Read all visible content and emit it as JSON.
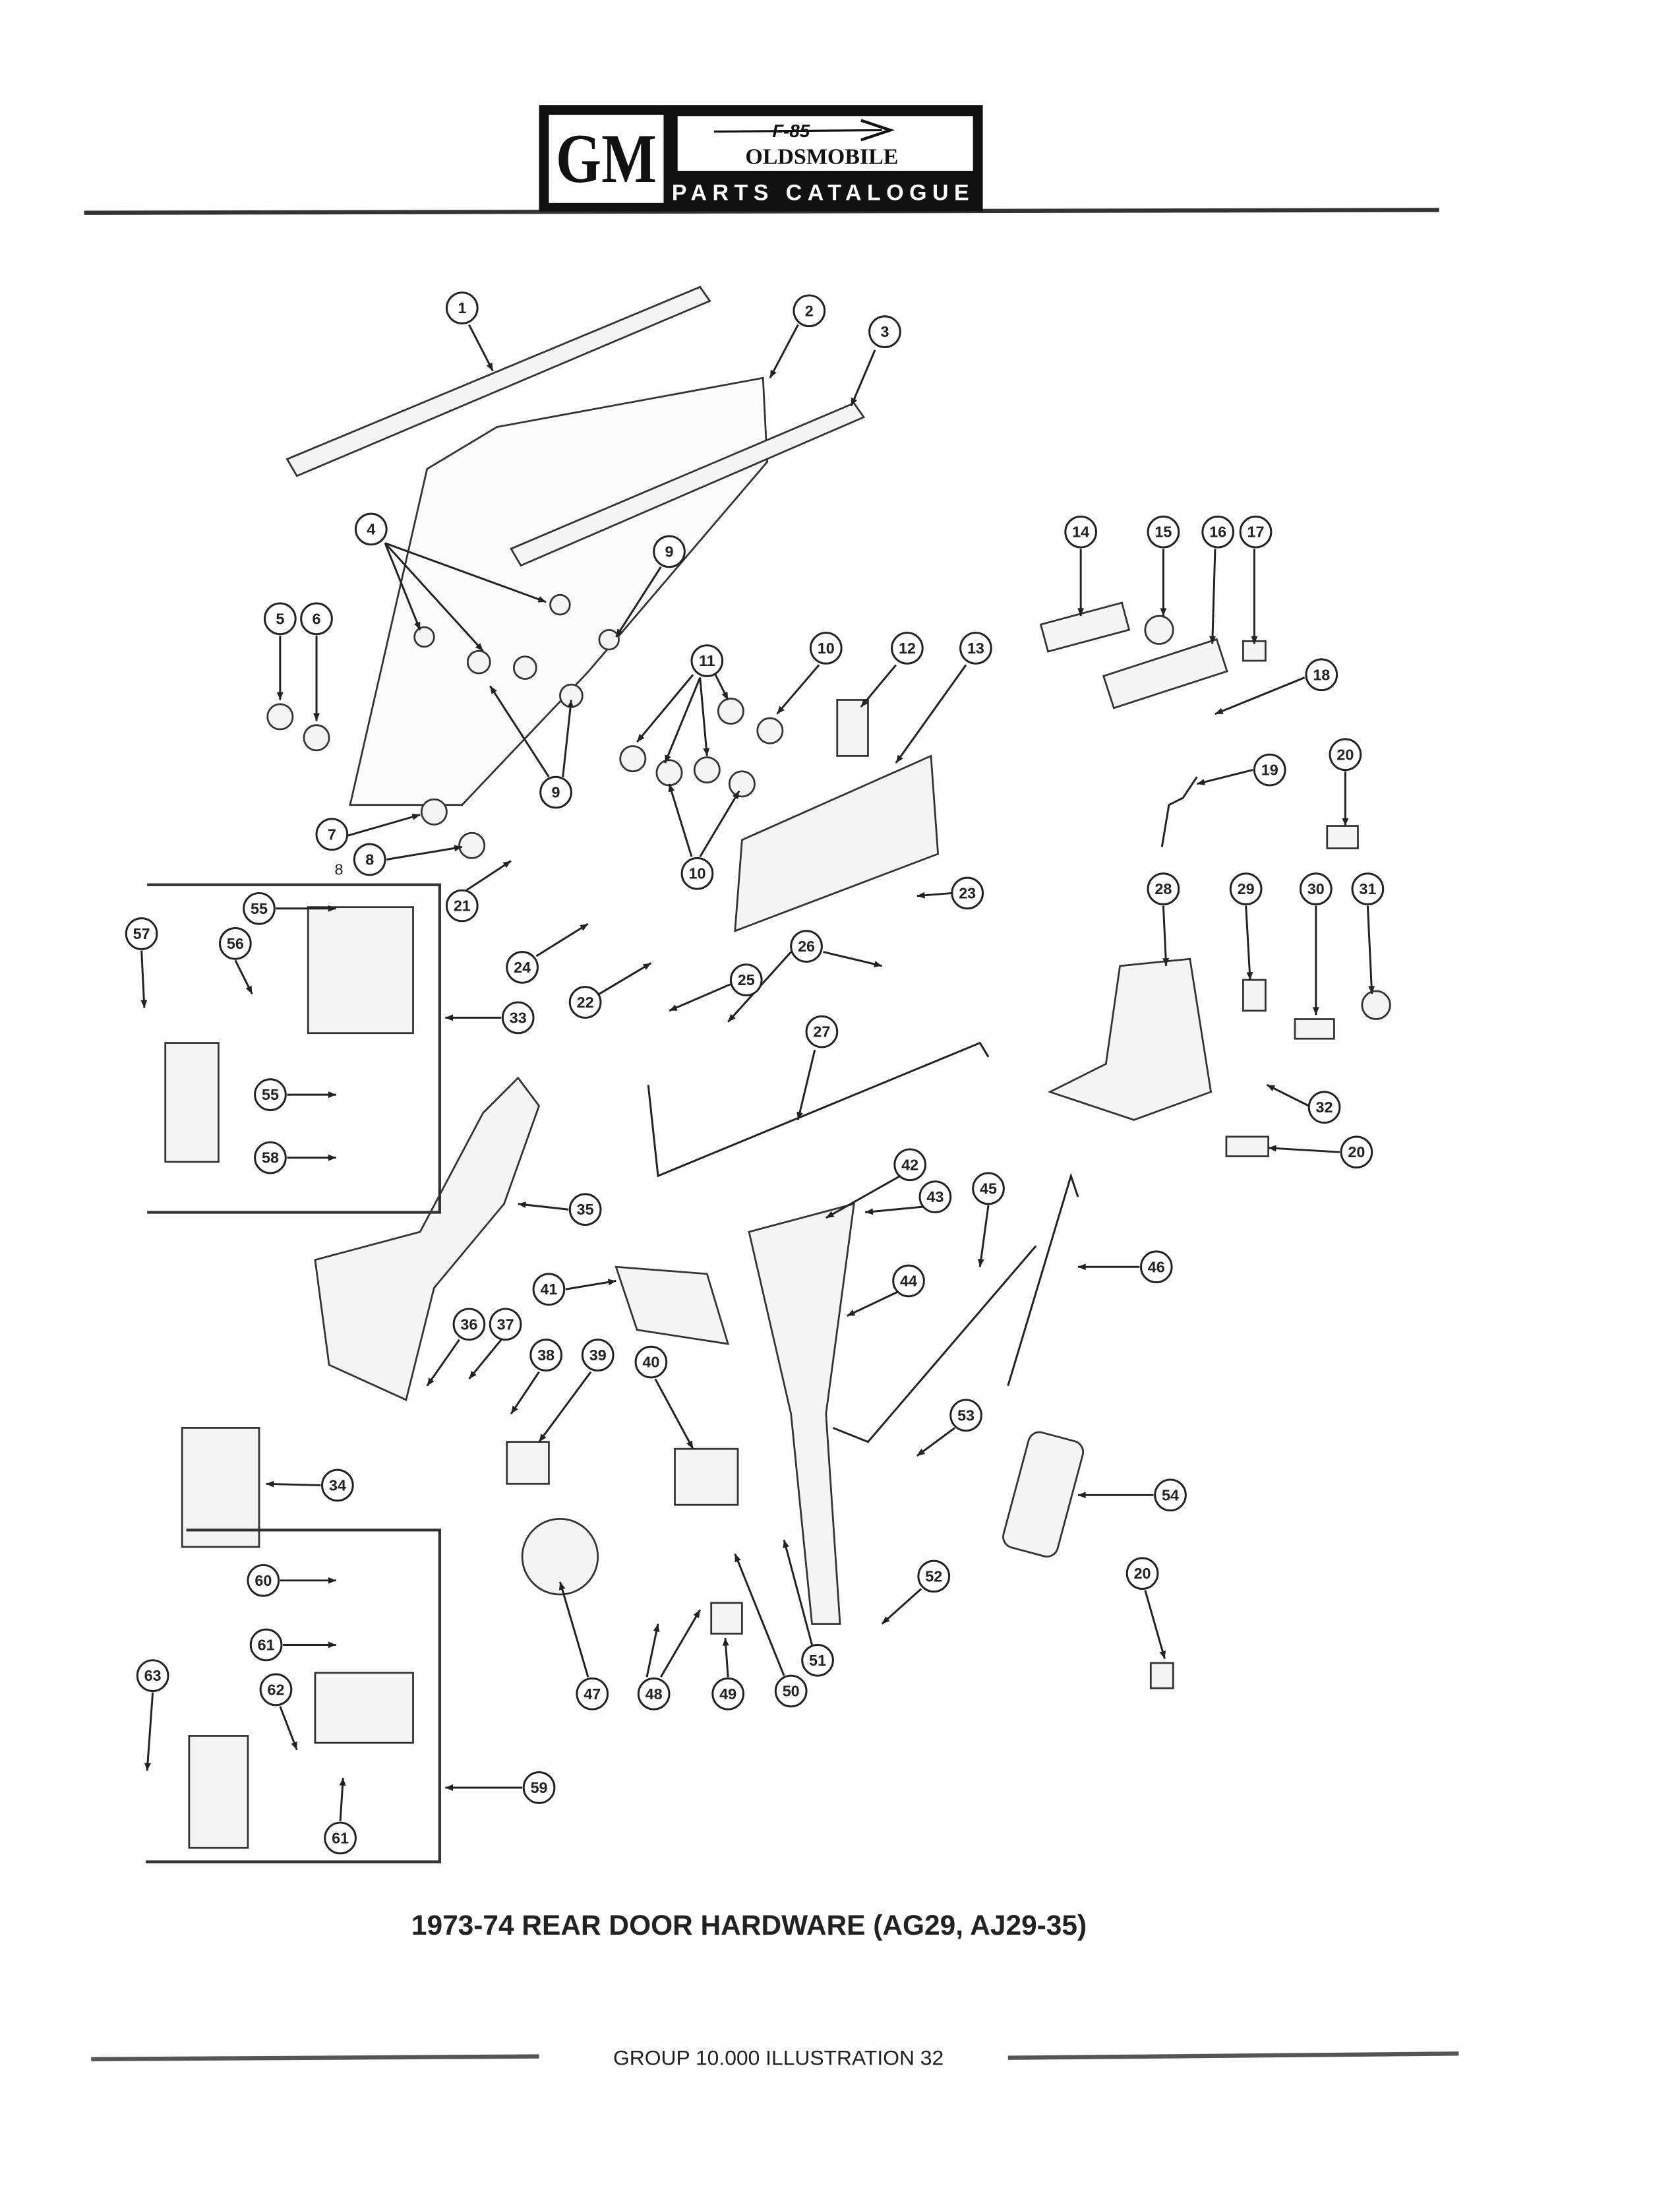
{
  "header": {
    "logo_gm": "GM",
    "logo_model": "F-85",
    "logo_brand": "OLDSMOBILE",
    "logo_subtitle": "PARTS CATALOGUE"
  },
  "title": "1973-74 REAR DOOR HARDWARE (AG29, AJ29-35)",
  "footer": "GROUP 10.000 ILLUSTRATION 32",
  "stray_label_8": "8",
  "callouts": [
    "1",
    "2",
    "3",
    "4",
    "9",
    "5",
    "6",
    "11",
    "10",
    "12",
    "13",
    "14",
    "15",
    "16",
    "17",
    "18",
    "9",
    "10",
    "19",
    "20",
    "7",
    "8",
    "21",
    "23",
    "55",
    "57",
    "56",
    "24",
    "28",
    "29",
    "30",
    "31",
    "26",
    "22",
    "25",
    "33",
    "27",
    "55",
    "58",
    "32",
    "20",
    "35",
    "42",
    "43",
    "45",
    "46",
    "41",
    "44",
    "36",
    "37",
    "38",
    "39",
    "40",
    "34",
    "53",
    "54",
    "60",
    "52",
    "20",
    "61",
    "62",
    "63",
    "51",
    "47",
    "48",
    "49",
    "50",
    "59",
    "61"
  ]
}
